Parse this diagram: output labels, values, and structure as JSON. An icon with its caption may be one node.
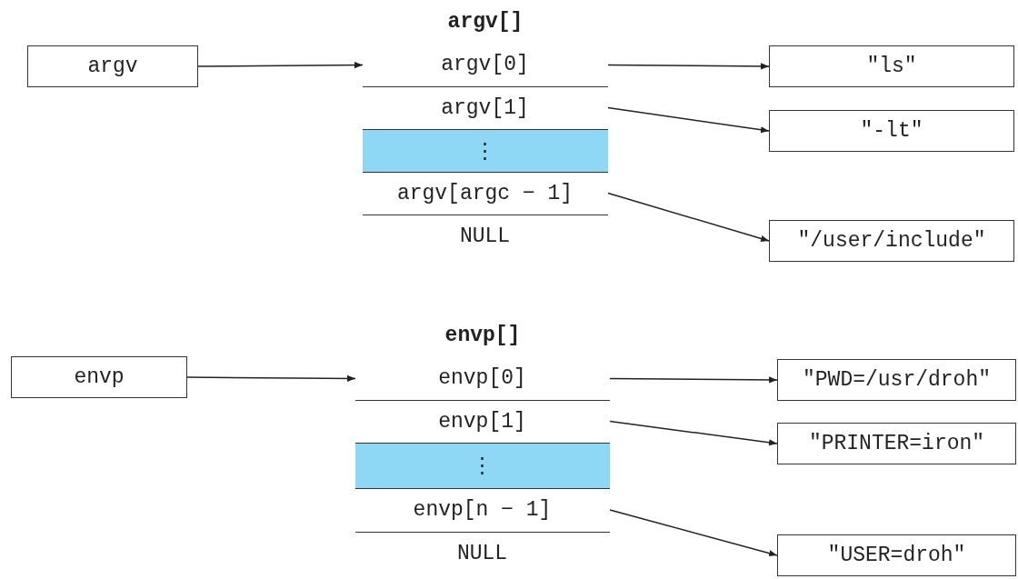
{
  "diagram": {
    "nodes": [
      {
        "text": [
          "argv"
        ]
      },
      {
        "text": [
          "argv[]"
        ]
      },
      {
        "text": [
          "argv[0]"
        ],
        "in": 1
      },
      {
        "text": [
          "argv[1]"
        ],
        "in": 1
      },
      {
        "text": [
          "⋮"
        ],
        "in": 1
      },
      {
        "text": [
          "argv[argc − 1]"
        ],
        "in": 1
      },
      {
        "text": [
          "NULL"
        ],
        "in": 1
      },
      {
        "text": [
          "\"ls\""
        ]
      },
      {
        "text": [
          "\"-lt\""
        ]
      },
      {
        "text": [
          "\"/user/include\""
        ]
      },
      {
        "text": [
          "envp"
        ]
      },
      {
        "text": [
          "envp[]"
        ]
      },
      {
        "text": [
          "envp[0]"
        ],
        "in": 11
      },
      {
        "text": [
          "envp[1]"
        ],
        "in": 11
      },
      {
        "text": [
          "⋮"
        ],
        "in": 11
      },
      {
        "text": [
          "envp[n − 1]"
        ],
        "in": 11
      },
      {
        "text": [
          "NULL"
        ],
        "in": 11
      },
      {
        "text": [
          "\"PWD=/usr/droh\""
        ]
      },
      {
        "text": [
          "\"PRINTER=iron\""
        ]
      },
      {
        "text": [
          "\"USER=droh\""
        ]
      }
    ],
    "edges": [
      {
        "from": 0,
        "to": 2,
        "arrow": "to"
      },
      {
        "from": 2,
        "to": 7,
        "arrow": "to"
      },
      {
        "from": 3,
        "to": 8,
        "arrow": "to"
      },
      {
        "from": 5,
        "to": 9,
        "arrow": "to"
      },
      {
        "from": 10,
        "to": 12,
        "arrow": "to"
      },
      {
        "from": 12,
        "to": 17,
        "arrow": "to"
      },
      {
        "from": 13,
        "to": 18,
        "arrow": "to"
      },
      {
        "from": 15,
        "to": 19,
        "arrow": "to"
      }
    ]
  }
}
